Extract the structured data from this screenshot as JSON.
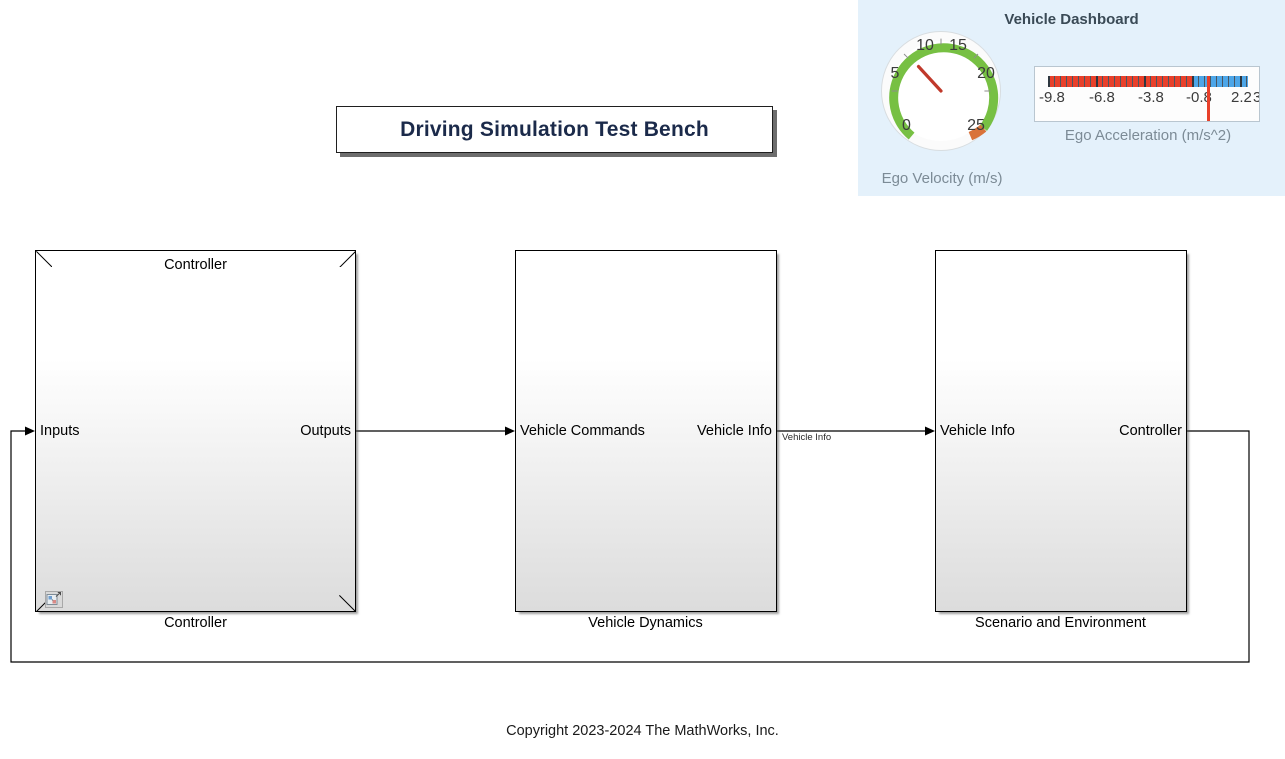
{
  "title_block": {
    "text": "Driving Simulation Test Bench"
  },
  "dashboard": {
    "title": "Vehicle Dashboard",
    "panel_bg": "#e4f1fb",
    "gauge": {
      "caption": "Ego Velocity (m/s)",
      "tick_labels": [
        "0",
        "5",
        "10",
        "15",
        "20",
        "25"
      ],
      "min": 0,
      "max": 25,
      "value": 8.6,
      "normal_color": "#77c043",
      "warning_color": "#d9733a",
      "needle_color": "#c0392b",
      "scale_start_value": 0,
      "scale_warning_start": 23
    },
    "linear_gauge": {
      "caption": "Ego Acceleration (m/s^2)",
      "tick_labels": [
        "-9.8",
        "-6.8",
        "-3.8",
        "-0.8",
        "2.2",
        "3"
      ],
      "min": -9.8,
      "max": 3.2,
      "value": -0.3,
      "negative_color": "#e8402a",
      "positive_color": "#4da6e8",
      "needle_color": "#e8402a"
    }
  },
  "blocks": [
    {
      "id": "controller",
      "name": "Controller",
      "top_label": "Controller",
      "in_port": "Inputs",
      "out_port": "Outputs",
      "badge": "subsystem-reference-badge"
    },
    {
      "id": "vehicle-dynamics",
      "name": "Vehicle Dynamics",
      "top_label": "",
      "in_port": "Vehicle Commands",
      "out_port": "Vehicle Info"
    },
    {
      "id": "scenario-and-environment",
      "name": "Scenario and Environment",
      "top_label": "",
      "in_port": "Vehicle Info",
      "out_port": "Controller"
    }
  ],
  "signals": {
    "vehicle_info_label": "Vehicle Info"
  },
  "footer": {
    "copyright": "Copyright 2023-2024 The MathWorks, Inc."
  }
}
